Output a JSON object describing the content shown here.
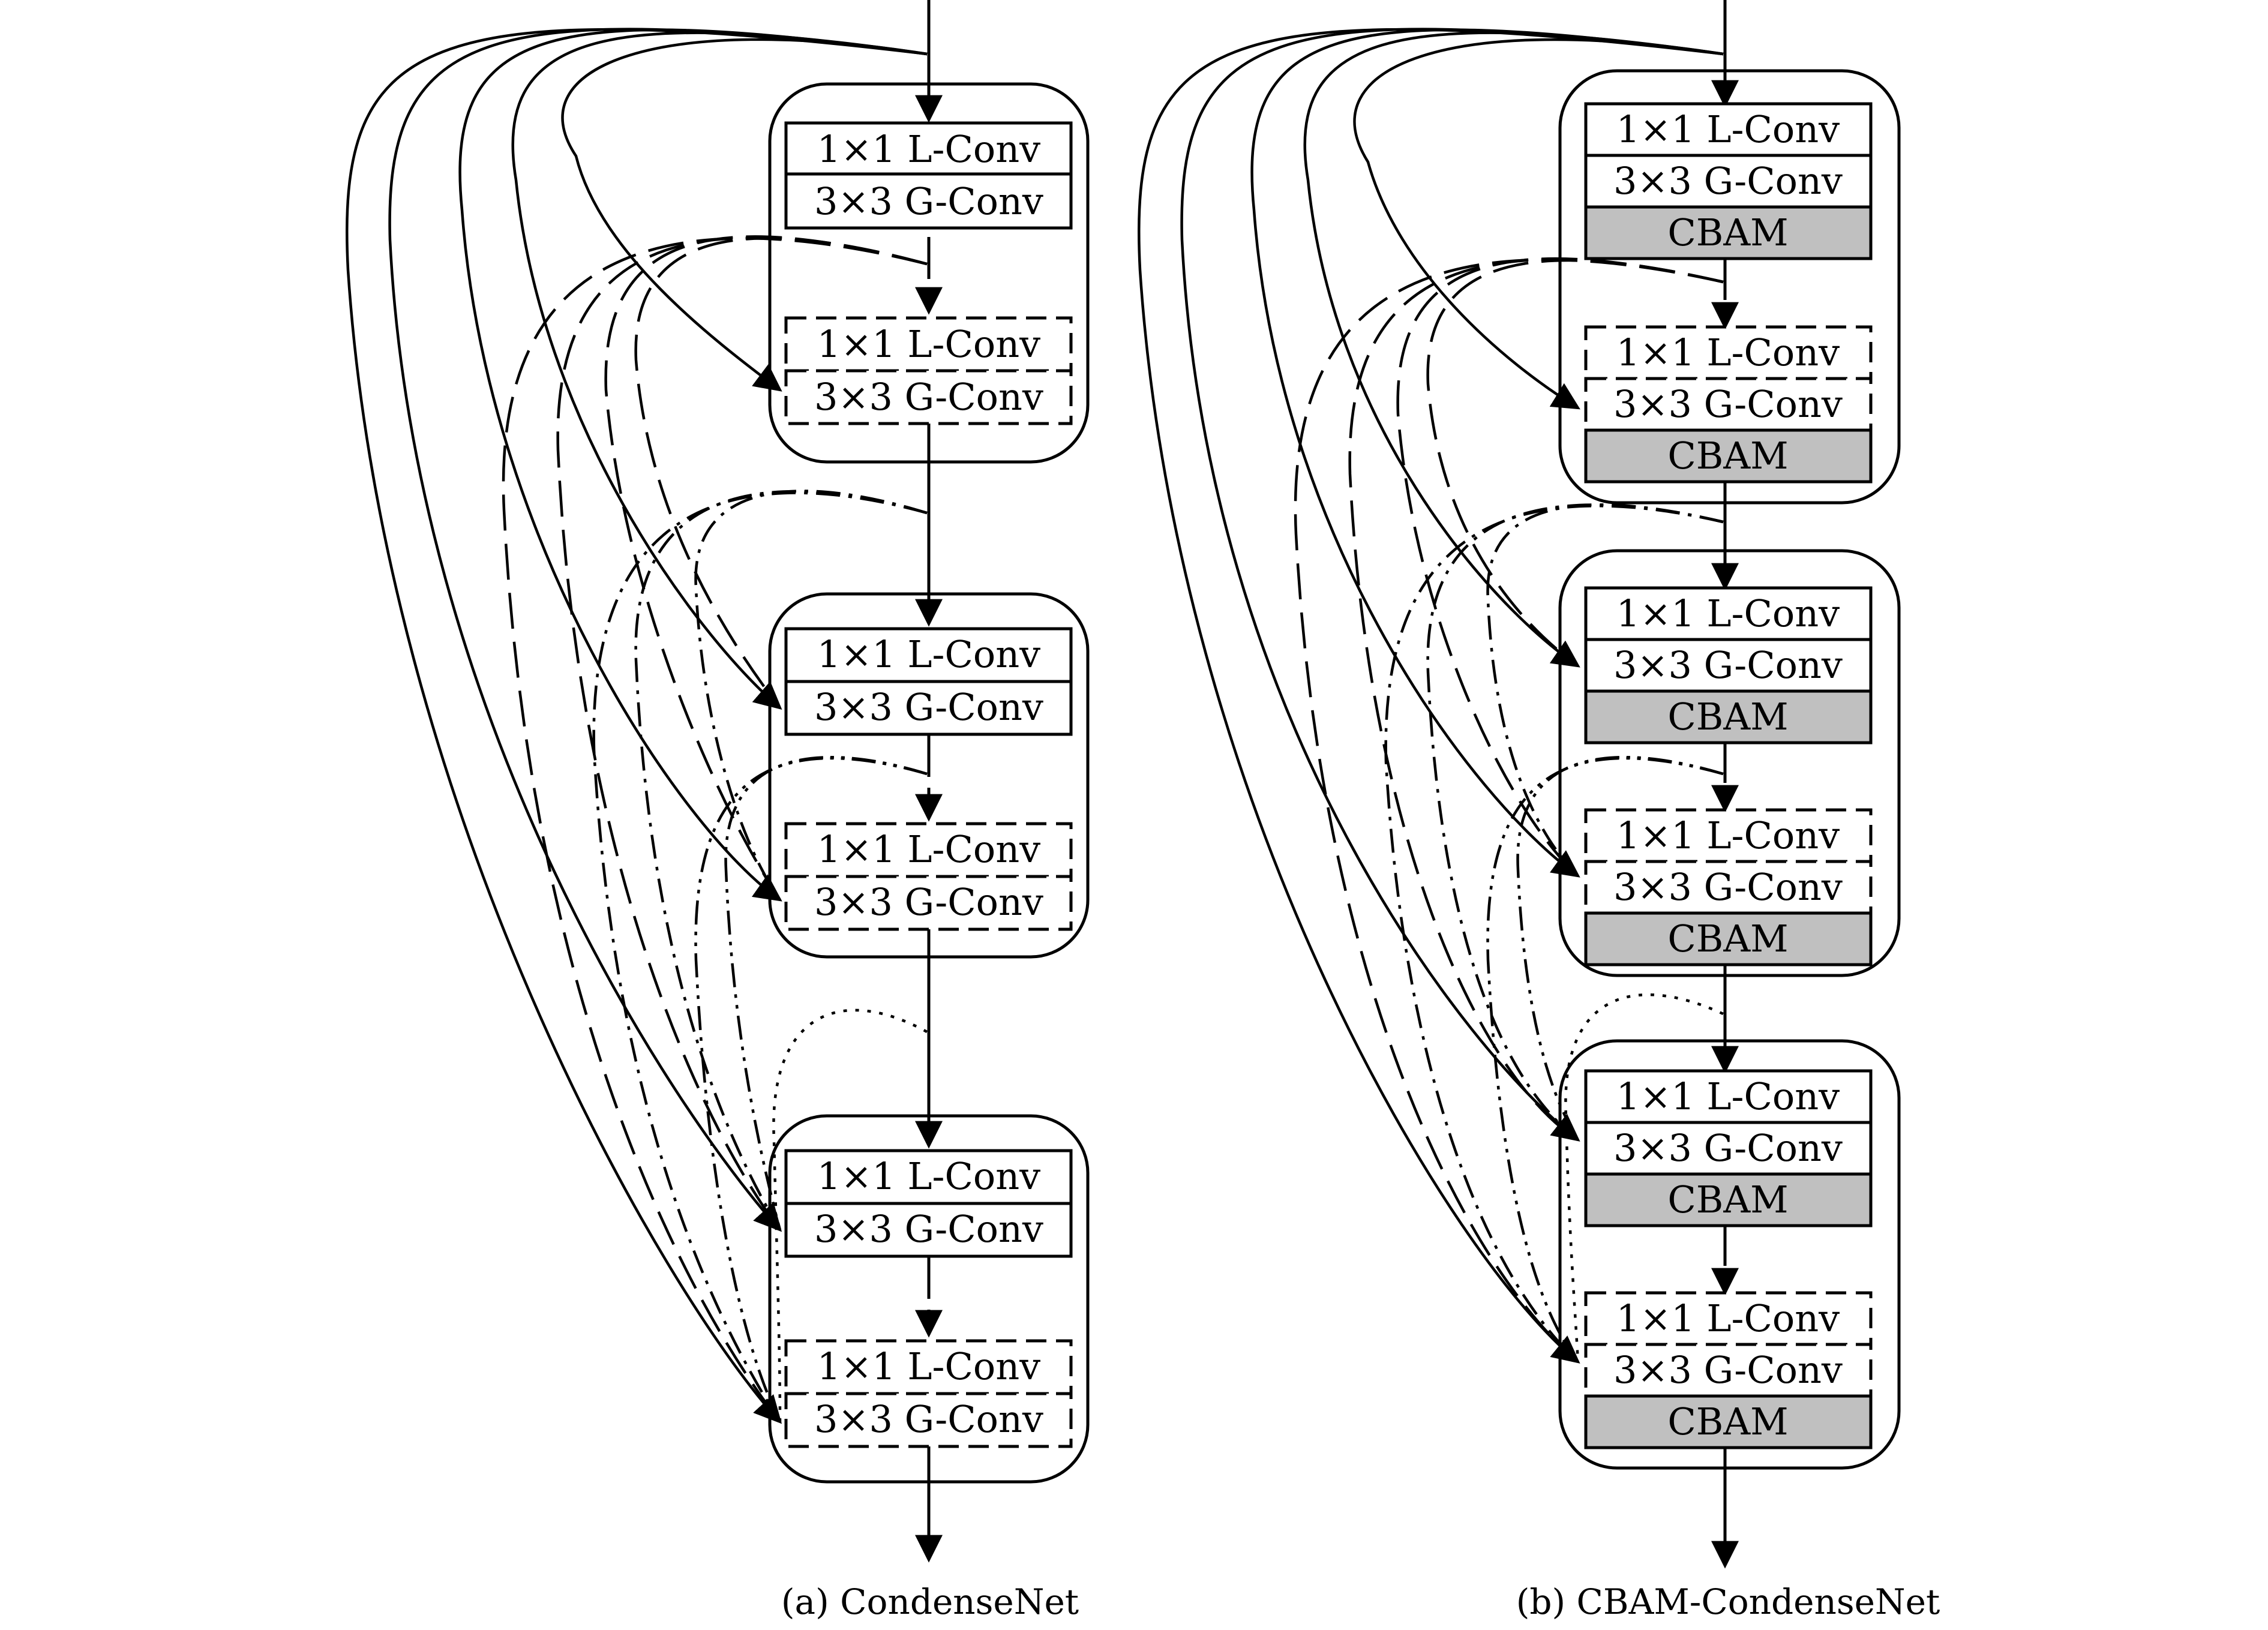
{
  "panels": [
    {
      "id": "a",
      "caption": "(a) CondenseNet",
      "layer_labels": [
        "1×1 L-Conv",
        "3×3 G-Conv"
      ],
      "has_cbam": false
    },
    {
      "id": "b",
      "caption": "(b) CBAM-CondenseNet",
      "layer_labels": [
        "1×1 L-Conv",
        "3×3 G-Conv",
        "CBAM"
      ],
      "has_cbam": true
    }
  ],
  "colors": {
    "line": "#000000",
    "cbam_fill": "#c0c0c0",
    "background": "#ffffff"
  }
}
